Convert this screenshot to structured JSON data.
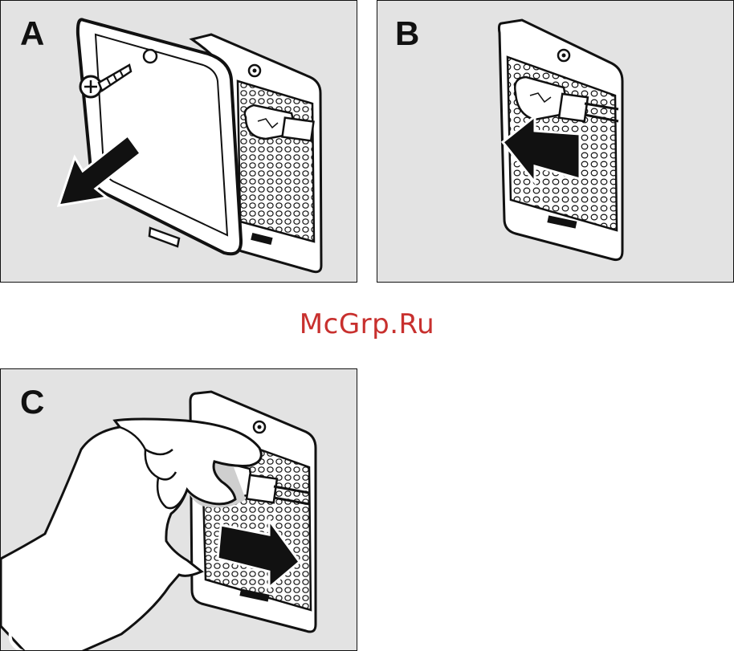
{
  "panels": [
    {
      "id": "A",
      "label": "A",
      "step": "remove-cover-screw"
    },
    {
      "id": "B",
      "label": "B",
      "step": "pull-out-bulb"
    },
    {
      "id": "C",
      "label": "C",
      "step": "insert-new-bulb-with-cloth"
    }
  ],
  "watermark": {
    "text": "McGrp.Ru",
    "color": "#c8302e"
  },
  "colors": {
    "panel_bg": "#e3e3e3",
    "ink": "#111111",
    "paper": "#ffffff"
  }
}
